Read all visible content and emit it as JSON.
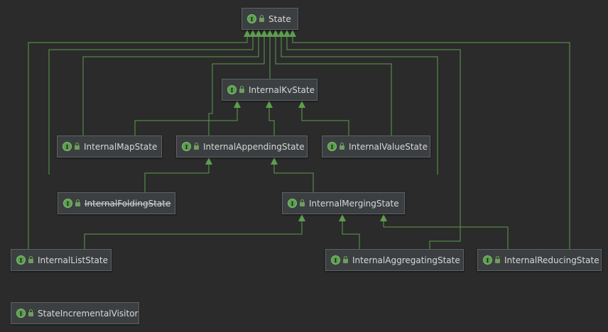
{
  "diagram": {
    "icon": "interface-icon",
    "access_icon": "lock-icon",
    "colors": {
      "background": "#2b2b2b",
      "node_fill": "#3c3f41",
      "node_border": "#5f6365",
      "edge": "#5d9e4e",
      "interface_badge": "#5c9e4f"
    },
    "nodes": [
      {
        "id": "state",
        "label": "State"
      },
      {
        "id": "internal_kv_state",
        "label": "InternalKvState"
      },
      {
        "id": "internal_map_state",
        "label": "InternalMapState"
      },
      {
        "id": "internal_appending_state",
        "label": "InternalAppendingState"
      },
      {
        "id": "internal_value_state",
        "label": "InternalValueState"
      },
      {
        "id": "internal_folding_state",
        "label": "InternalFoldingState",
        "deprecated": true
      },
      {
        "id": "internal_merging_state",
        "label": "InternalMergingState"
      },
      {
        "id": "internal_list_state",
        "label": "InternalListState"
      },
      {
        "id": "internal_aggregating_state",
        "label": "InternalAggregatingState"
      },
      {
        "id": "internal_reducing_state",
        "label": "InternalReducingState"
      },
      {
        "id": "state_incremental_visitor",
        "label": "StateIncrementalVisitor"
      }
    ],
    "edges": [
      {
        "from": "internal_kv_state",
        "to": "state"
      },
      {
        "from": "internal_map_state",
        "to": "state"
      },
      {
        "from": "internal_map_state",
        "to": "internal_kv_state"
      },
      {
        "from": "internal_appending_state",
        "to": "internal_kv_state"
      },
      {
        "from": "internal_appending_state",
        "to": "state"
      },
      {
        "from": "internal_value_state",
        "to": "internal_kv_state"
      },
      {
        "from": "internal_value_state",
        "to": "state"
      },
      {
        "from": "internal_folding_state",
        "to": "internal_appending_state"
      },
      {
        "from": "internal_folding_state",
        "to": "state"
      },
      {
        "from": "internal_merging_state",
        "to": "internal_appending_state"
      },
      {
        "from": "internal_merging_state",
        "to": "state"
      },
      {
        "from": "internal_list_state",
        "to": "internal_merging_state"
      },
      {
        "from": "internal_list_state",
        "to": "state"
      },
      {
        "from": "internal_aggregating_state",
        "to": "internal_merging_state"
      },
      {
        "from": "internal_aggregating_state",
        "to": "state"
      },
      {
        "from": "internal_reducing_state",
        "to": "internal_merging_state"
      },
      {
        "from": "internal_reducing_state",
        "to": "state"
      }
    ]
  }
}
